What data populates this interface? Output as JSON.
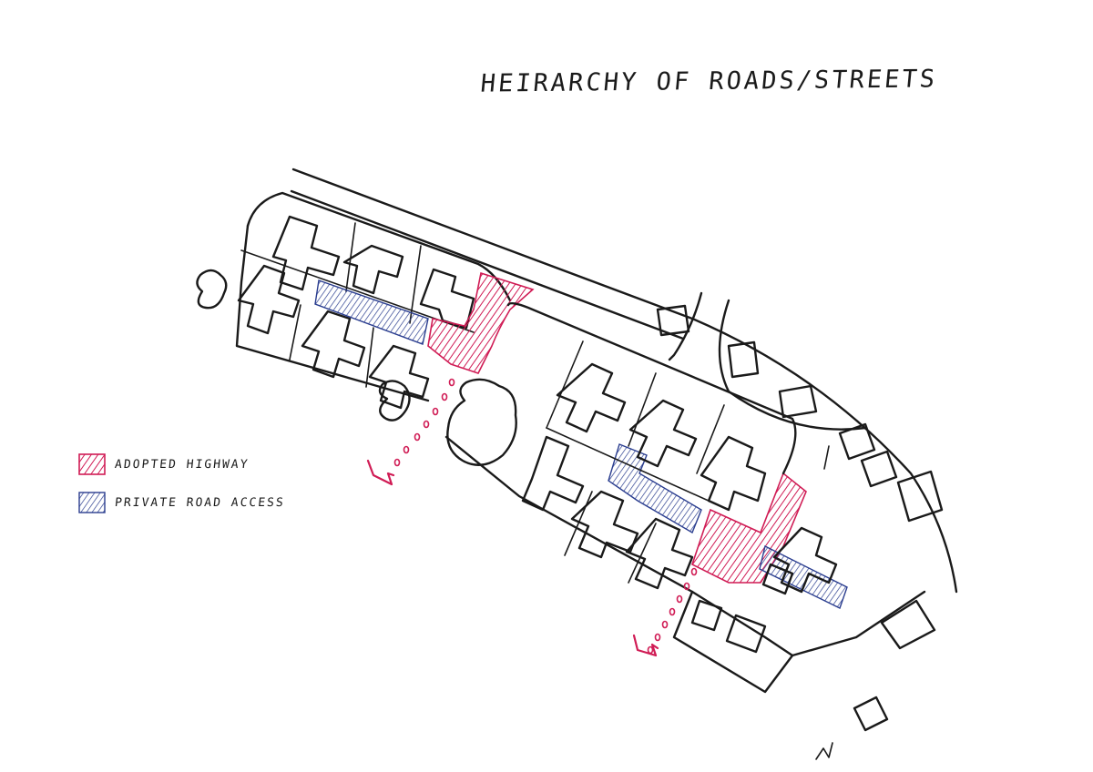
{
  "title": "HEIRARCHY OF ROADS/STREETS",
  "legend": {
    "adopted": {
      "label": "ADOPTED HIGHWAY",
      "color": "#d01c55"
    },
    "private": {
      "label": "PRIVATE ROAD ACCESS",
      "color": "#2a3d8f"
    }
  },
  "colors": {
    "ink": "#1a1a1a",
    "adopted": "#d01c55",
    "private": "#2a3d8f"
  },
  "icons": [
    "tree-icon",
    "north-arrow-icon",
    "access-arrow-icon"
  ]
}
